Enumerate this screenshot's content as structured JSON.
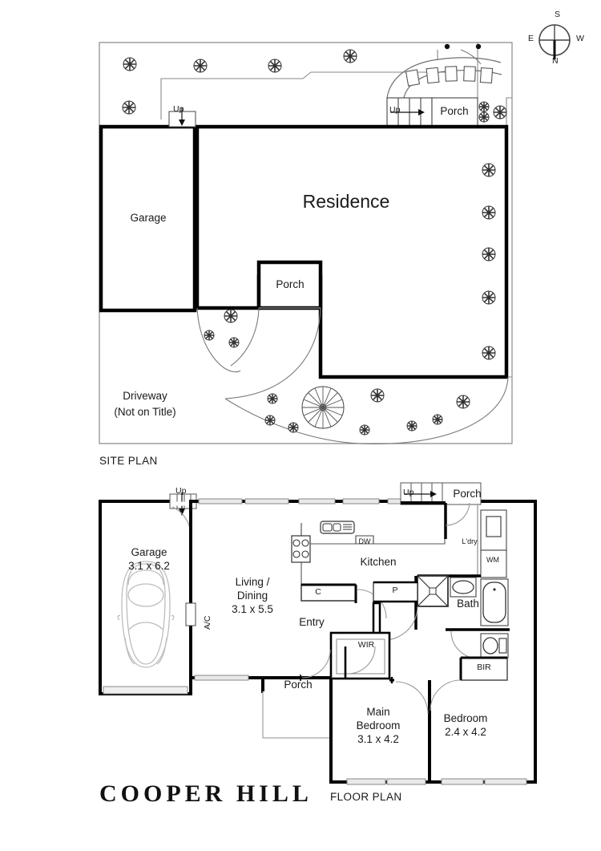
{
  "document": {
    "brand": "COOPER HILL",
    "site_plan_title": "SITE PLAN",
    "floor_plan_title": "FLOOR PLAN"
  },
  "compass": {
    "name": "compass-rose",
    "top": "S",
    "bottom": "N",
    "left": "E",
    "right": "W"
  },
  "site_plan": {
    "labels": {
      "residence": "Residence",
      "garage": "Garage",
      "porch_front": "Porch",
      "porch_side": "Porch",
      "driveway_line1": "Driveway",
      "driveway_line2": "(Not on Title)",
      "up_garage": "Up",
      "up_porch": "Up"
    }
  },
  "floor_plan": {
    "rooms": [
      {
        "name": "garage",
        "label": "Garage",
        "dims": "3.1 x 6.2"
      },
      {
        "name": "living-dining",
        "label_line1": "Living /",
        "label_line2": "Dining",
        "dims": "3.1 x 5.5"
      },
      {
        "name": "kitchen",
        "label": "Kitchen",
        "dims": ""
      },
      {
        "name": "bath",
        "label": "Bath",
        "dims": ""
      },
      {
        "name": "entry",
        "label": "Entry",
        "dims": ""
      },
      {
        "name": "porch",
        "label": "Porch",
        "dims": ""
      },
      {
        "name": "porch-rear",
        "label": "Porch",
        "dims": ""
      },
      {
        "name": "main-bedroom",
        "label_line1": "Main",
        "label_line2": "Bedroom",
        "dims": "3.1 x 4.2"
      },
      {
        "name": "bedroom-2",
        "label": "Bedroom",
        "dims": "2.4 x 4.2"
      }
    ],
    "annotations": {
      "up_garage": "Up",
      "up_porch": "Up",
      "air_conditioner": "A/C",
      "dishwasher": "DW",
      "cupboard": "C",
      "pantry": "P",
      "laundry": "L'dry",
      "washing_machine": "WM",
      "walk_in_robe": "WIR",
      "built_in_robe": "BIR"
    }
  },
  "colors": {
    "wall": "#000000",
    "thin_line": "#6f6f6f",
    "fixture": "#333333",
    "car": "#b5b5b5",
    "text": "#1a1a1a",
    "background": "#ffffff"
  }
}
